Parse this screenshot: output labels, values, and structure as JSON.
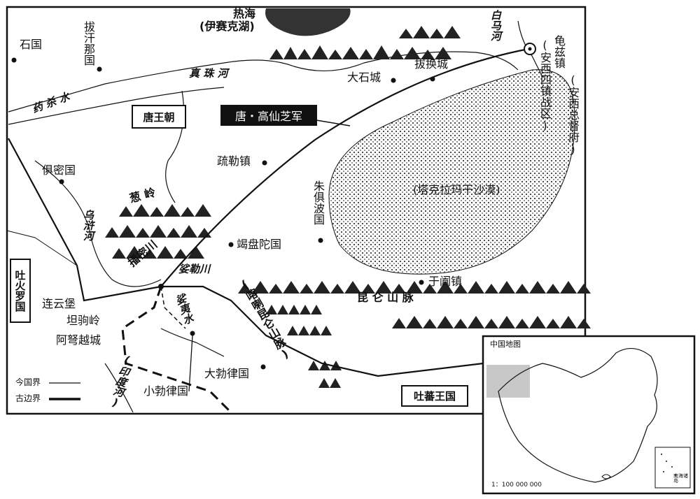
{
  "places": {
    "shiguo": "石国",
    "bahannaguo": "拔汗那国",
    "rehai": "热海",
    "rehai_sub": "(伊赛克湖)",
    "zhenzhuhe": "真 珠 河",
    "yaoshashui": "药 杀 水",
    "dashicheng": "大石城",
    "bahuancheng": "拔换城",
    "baimahe": "白马河",
    "qiuzizhen": "龟兹镇",
    "qiuzi_note": "(安西四镇战区)",
    "anxi_dudufu": "(安西总督府)",
    "tang_dynasty": "唐王朝",
    "army": "唐・高仙芝军",
    "shulezhen": "疏勒镇",
    "jumiguo": "俱密国",
    "congling": "葱 岭",
    "wuhuhe": "乌浒河",
    "bomichuan": "播密川",
    "jiepantuoguo": "竭盘陀国",
    "zhujubo": "朱俱波国",
    "taklamakan": "(塔克拉玛干沙漠)",
    "tuhuoluoguo": "吐火罗国",
    "lianyunbao": "连云堡",
    "tanjuling": "坦驹岭",
    "anuyuecheng": "阿弩越城",
    "poqinchuan": "娑勒川",
    "suoyishui": "娑夷水",
    "kalakunlun": "(喀喇昆仑山脉)",
    "kunlunshanmai": "昆 仑 山 脉",
    "yutianzhen": "于阗镇",
    "yinduhe": "(印度河)",
    "dabolvguo": "大勃律国",
    "xiaobolvguo": "小勃律国",
    "tufanwangguo": "吐蕃王国"
  },
  "legend": {
    "modern_border": "今国界",
    "ancient_border": "古边界"
  },
  "inset": {
    "title": "中国地图",
    "scale": "1：100 000 000",
    "box_label": "南海诸岛"
  }
}
